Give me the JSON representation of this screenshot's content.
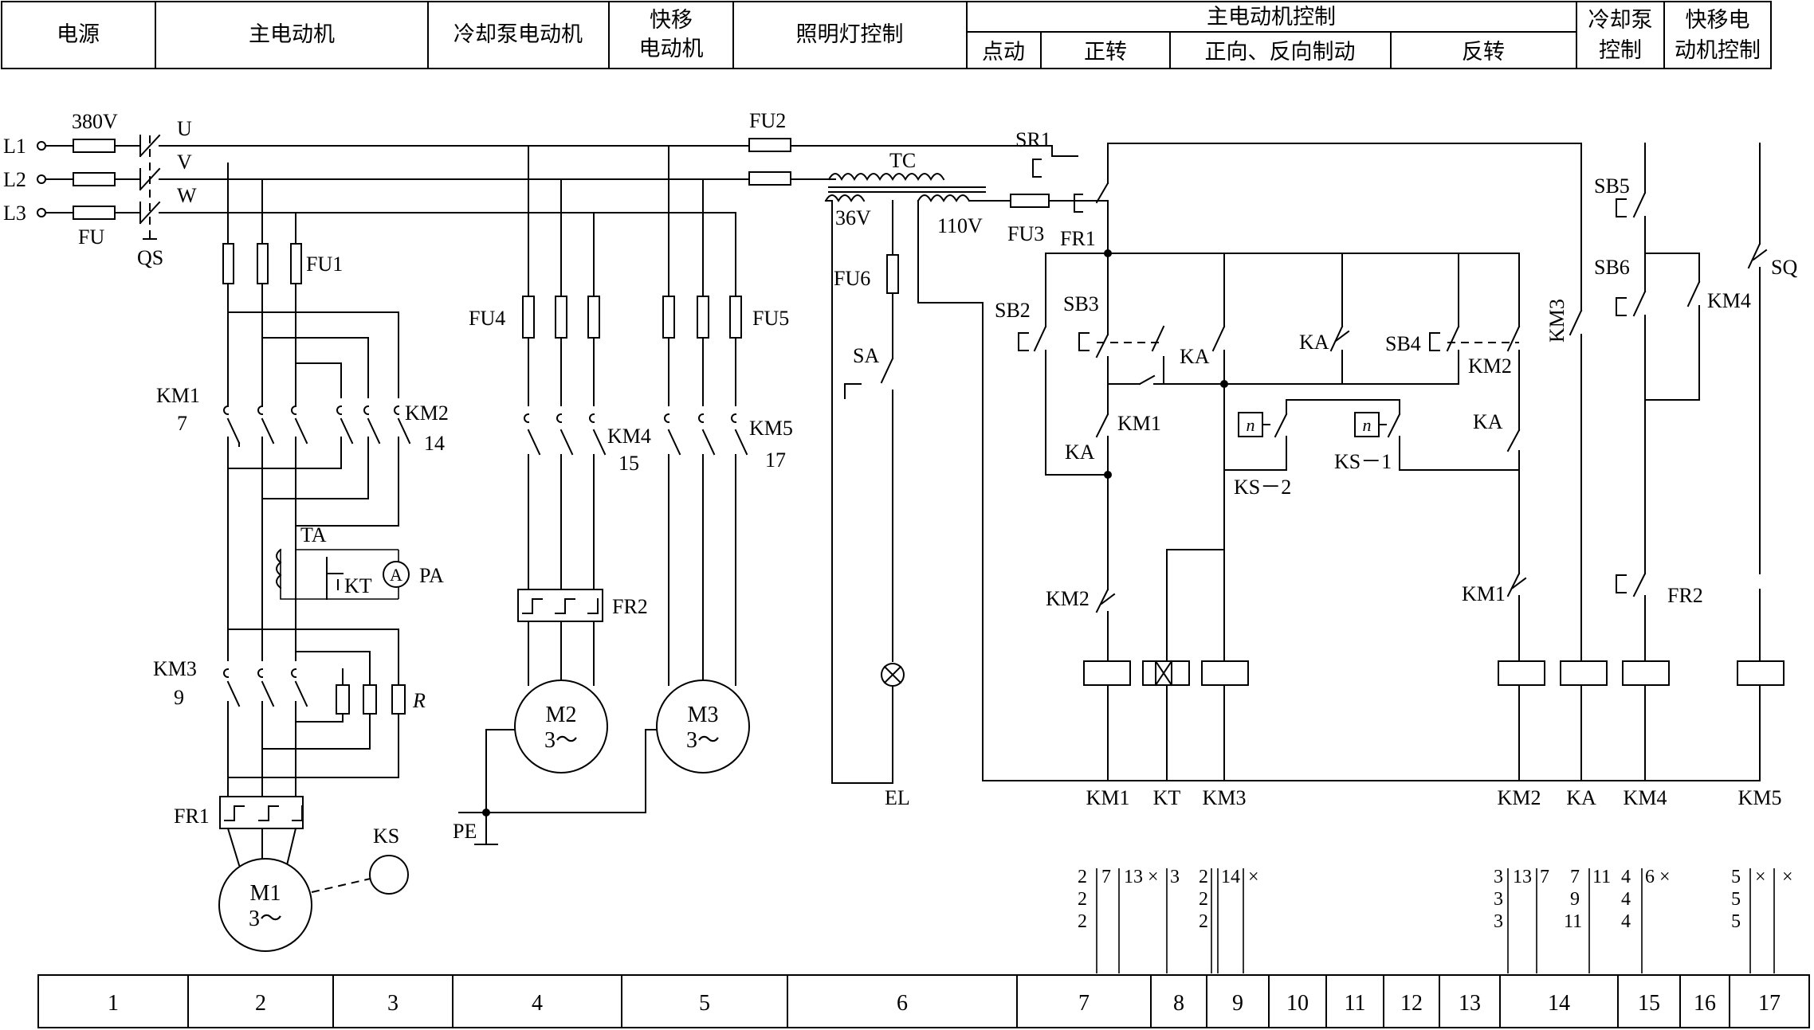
{
  "header": {
    "power": "电源",
    "main_motor": "主电动机",
    "coolant_motor": "冷却泵电动机",
    "rapid_motor_1": "快移",
    "rapid_motor_2": "电动机",
    "lighting": "照明灯控制",
    "main_motor_control": "主电动机控制",
    "jog": "点动",
    "forward": "正转",
    "braking": "正向、反向制动",
    "reverse": "反转",
    "coolant_control_1": "冷却泵",
    "coolant_control_2": "控制",
    "rapid_control_1": "快移电",
    "rapid_control_2": "动机控制"
  },
  "footer_zones": [
    "1",
    "2",
    "3",
    "4",
    "5",
    "6",
    "7",
    "8",
    "9",
    "10",
    "11",
    "12",
    "13",
    "14",
    "15",
    "16",
    "17"
  ],
  "supply": {
    "l1": "L1",
    "l2": "L2",
    "l3": "L3",
    "voltage": "380V",
    "u": "U",
    "v": "V",
    "w": "W",
    "fuse": "FU",
    "switch": "QS"
  },
  "labels": {
    "fu1": "FU1",
    "fu2": "FU2",
    "fu3": "FU3",
    "fu4": "FU4",
    "fu5": "FU5",
    "fu6": "FU6",
    "tc": "TC",
    "v36": "36V",
    "v110": "110V",
    "km1": "KM1",
    "km1_n": "7",
    "km2": "KM2",
    "km2_n": "14",
    "km3": "KM3",
    "km3_n": "9",
    "km4": "KM4",
    "km4_n": "15",
    "km5": "KM5",
    "km5_n": "17",
    "ta": "TA",
    "kt": "KT",
    "pa": "PA",
    "a": "A",
    "r": "R",
    "fr1": "FR1",
    "fr2": "FR2",
    "ks": "KS",
    "m1": "M1",
    "m2": "M2",
    "m3": "M3",
    "m_phase": "3～",
    "pe": "PE",
    "sa": "SA",
    "el": "EL",
    "sr1": "SR1",
    "sb2": "SB2",
    "sb3": "SB3",
    "sb4": "SB4",
    "sb5": "SB5",
    "sb6": "SB6",
    "ka": "KA",
    "ks2": "KS－2",
    "ks1": "KS－1",
    "sq": "SQ",
    "n": "n"
  },
  "coil_labels": [
    "KM1",
    "KT",
    "KM3",
    "KM2",
    "KA",
    "KM4",
    "KM5"
  ],
  "contact_refs": {
    "km1_col1": [
      "2",
      "2",
      "2"
    ],
    "km1_col2": [
      "7"
    ],
    "km1_col3": [
      "13",
      "×"
    ],
    "km3_col1": [
      "3"
    ],
    "km3_col2": [
      "2",
      "2",
      "2"
    ],
    "km3_col3": [
      "14",
      "×"
    ],
    "km2_col1": [
      "3",
      "3",
      "3"
    ],
    "km2_col2": [
      "13"
    ],
    "km2_col3": [
      "7"
    ],
    "ka_col1": [
      "7",
      "9",
      "11"
    ],
    "ka_col2": [
      "11"
    ],
    "km4_col1": [
      "4",
      "4",
      "4"
    ],
    "km4_col2": [
      "6",
      "×"
    ],
    "km5_col1": [
      "5",
      "5",
      "5"
    ],
    "km5_col2": [
      "×"
    ],
    "km5_col3": [
      "×"
    ]
  }
}
